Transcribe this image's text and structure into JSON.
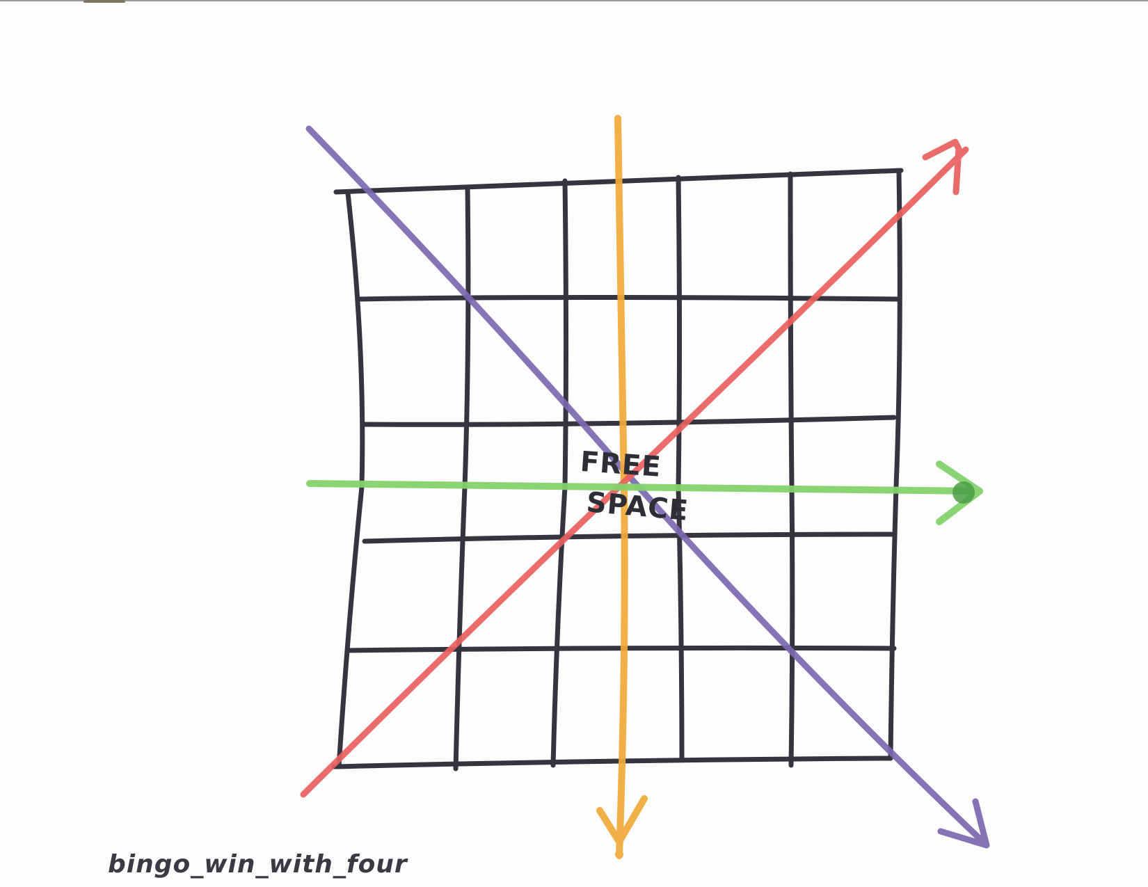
{
  "grid": {
    "rows": 5,
    "columns": 5,
    "center_text_line1": "FREE",
    "center_text_line2": "SPACE"
  },
  "caption": "bingo_win_with_four",
  "colors": {
    "grid_ink": "#35353f",
    "purple_line": "#7b68b0",
    "orange_line": "#f0aa3a",
    "red_line": "#e8605e",
    "green_line": "#85d26c",
    "green_arrowhead": "#3f9a3c"
  },
  "arrows": [
    {
      "color": "purple",
      "direction": "diagonal down-right"
    },
    {
      "color": "orange",
      "direction": "vertical down"
    },
    {
      "color": "red",
      "direction": "diagonal up-right"
    },
    {
      "color": "green",
      "direction": "horizontal right"
    }
  ]
}
